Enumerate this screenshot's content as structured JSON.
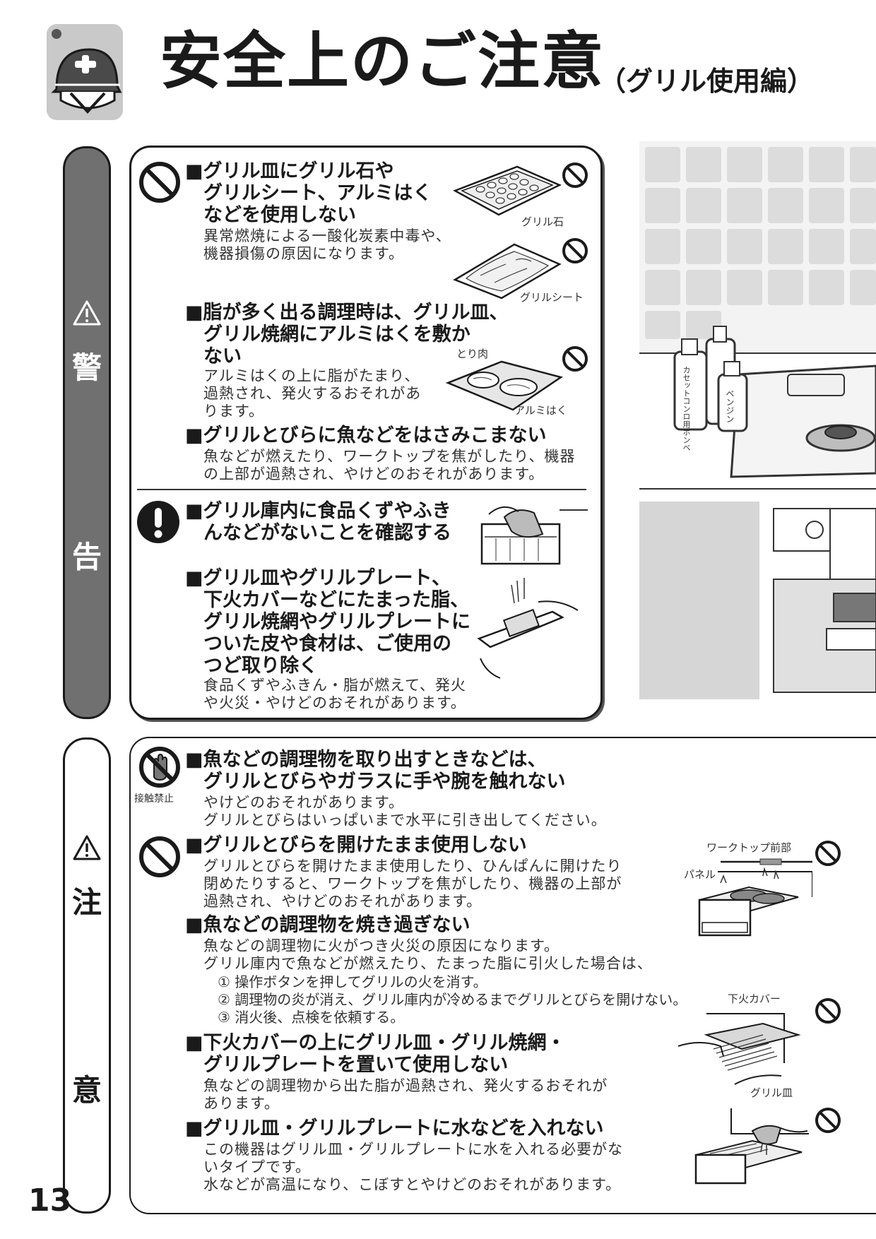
{
  "header": {
    "title": "安全上のご注意",
    "subtitle": "（グリル使用編）"
  },
  "tabs": {
    "warning": [
      "警",
      "告"
    ],
    "caution": [
      "注",
      "意"
    ]
  },
  "warning_items": [
    {
      "heading": [
        "■グリル皿にグリル石や",
        "グリルシート、アルミはく",
        "などを使用しない"
      ],
      "body": [
        "異常燃焼による一酸化炭素中毒や、",
        "機器損傷の原因になります。"
      ]
    },
    {
      "heading": [
        "■脂が多く出る調理時は、グリル皿、",
        "グリル焼網にアルミはくを敷か",
        "ない"
      ],
      "body": [
        "アルミはくの上に脂がたまり、",
        "過熱され、発火するおそれがあ",
        "ります。"
      ]
    },
    {
      "heading": [
        "■グリルとびらに魚などをはさみこまない"
      ],
      "body": [
        "魚などが燃えたり、ワークトップを焦がしたり、機器",
        "の上部が過熱され、やけどのおそれがあります。"
      ]
    },
    {
      "heading": [
        "■グリル庫内に食品くずやふき",
        "んなどがないことを確認する"
      ],
      "body": []
    },
    {
      "heading": [
        "■グリル皿やグリルプレート、",
        "下火カバーなどにたまった脂、",
        "グリル焼網やグリルプレートに",
        "ついた皮や食材は、ご使用の",
        "つど取り除く"
      ],
      "body": [
        "食品くずやふきん・脂が燃えて、発火",
        "や火災・やけどのおそれがあります。"
      ]
    }
  ],
  "caution_items": [
    {
      "heading": [
        "■魚などの調理物を取り出すときなどは、",
        "グリルとびらやガラスに手や腕を触れない"
      ],
      "body": [
        "やけどのおそれがあります。",
        "グリルとびらはいっぱいまで水平に引き出してください。"
      ]
    },
    {
      "heading": [
        "■グリルとびらを開けたまま使用しない"
      ],
      "body": [
        "グリルとびらを開けたまま使用したり、ひんぱんに開けたり",
        "閉めたりすると、ワークトップを焦がしたり、機器の上部が",
        "過熱され、やけどのおそれがあります。"
      ]
    },
    {
      "heading": [
        "■魚などの調理物を焼き過ぎない"
      ],
      "body": [
        "魚などの調理物に火がつき火災の原因になります。",
        "グリル庫内で魚などが燃えたり、たまった脂に引火した場合は、"
      ],
      "steps": [
        "① 操作ボタンを押してグリルの火を消す。",
        "② 調理物の炎が消え、グリル庫内が冷めるまでグリルとびらを開けない。",
        "③ 消火後、点検を依頼する。"
      ]
    },
    {
      "heading": [
        "■下火カバーの上にグリル皿・グリル焼網・",
        "グリルプレートを置いて使用しない"
      ],
      "body": [
        "魚などの調理物から出た脂が過熱され、発火するおそれが",
        "あります。"
      ]
    },
    {
      "heading": [
        "■グリル皿・グリルプレートに水などを入れない"
      ],
      "body": [
        "この機器はグリル皿・グリルプレートに水を入れる必要がな",
        "いタイプです。",
        "水などが高温になり、こぼすとやけどのおそれがあります。"
      ]
    }
  ],
  "symbols": {
    "no_contact_label": "接触禁止"
  },
  "illustration_labels": {
    "grill_stone": "グリル石",
    "grill_sheet": "グリルシート",
    "chicken": "とり肉",
    "foil": "アルミはく",
    "cassette": "カセットコンロ用ボンベ",
    "benzine": "ベンジン",
    "worktop_front": "ワークトップ前部",
    "panel": "パネル",
    "lower_cover": "下火カバー",
    "grill_pan": "グリル皿"
  },
  "icons": [
    "helmet-icon",
    "warning-triangle-icon",
    "prohibit-icon",
    "mandatory-icon",
    "no-touch-icon"
  ],
  "page_number": "13"
}
